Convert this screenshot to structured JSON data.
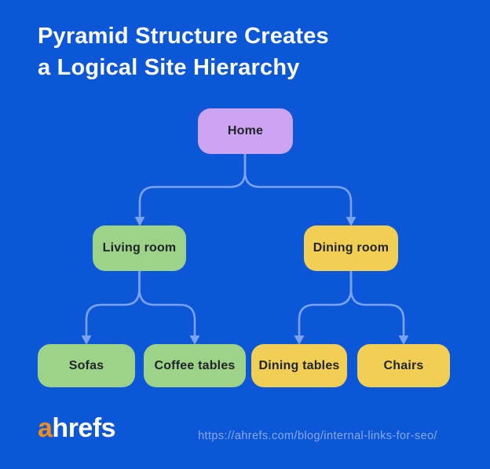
{
  "header": {
    "title_line1": "Pyramid Structure Creates",
    "title_line2": "a Logical Site Hierarchy"
  },
  "diagram": {
    "type": "tree",
    "nodes": [
      {
        "id": "home",
        "label": "Home",
        "level": 0,
        "parent": null,
        "color": "#CCA4F2"
      },
      {
        "id": "living-room",
        "label": "Living room",
        "level": 1,
        "parent": "home",
        "color": "#9CD389"
      },
      {
        "id": "dining-room",
        "label": "Dining room",
        "level": 1,
        "parent": "home",
        "color": "#F1CF55"
      },
      {
        "id": "sofas",
        "label": "Sofas",
        "level": 2,
        "parent": "living-room",
        "color": "#9CD389"
      },
      {
        "id": "coffee-tables",
        "label": "Coffee tables",
        "level": 2,
        "parent": "living-room",
        "color": "#9CD389"
      },
      {
        "id": "dining-tables",
        "label": "Dining tables",
        "level": 2,
        "parent": "dining-room",
        "color": "#F1CF55"
      },
      {
        "id": "chairs",
        "label": "Chairs",
        "level": 2,
        "parent": "dining-room",
        "color": "#F1CF55"
      }
    ],
    "connector_color": "#7BA2F0"
  },
  "footer": {
    "logo_prefix": "a",
    "logo_rest": "hrefs",
    "source_url": "https://ahrefs.com/blog/internal-links-for-seo/"
  },
  "colors": {
    "background": "#0B57D8",
    "title_text": "#FFFFFF",
    "node_text": "#22242A",
    "logo_orange": "#F08D1D",
    "url_text": "#8BA8EC"
  }
}
